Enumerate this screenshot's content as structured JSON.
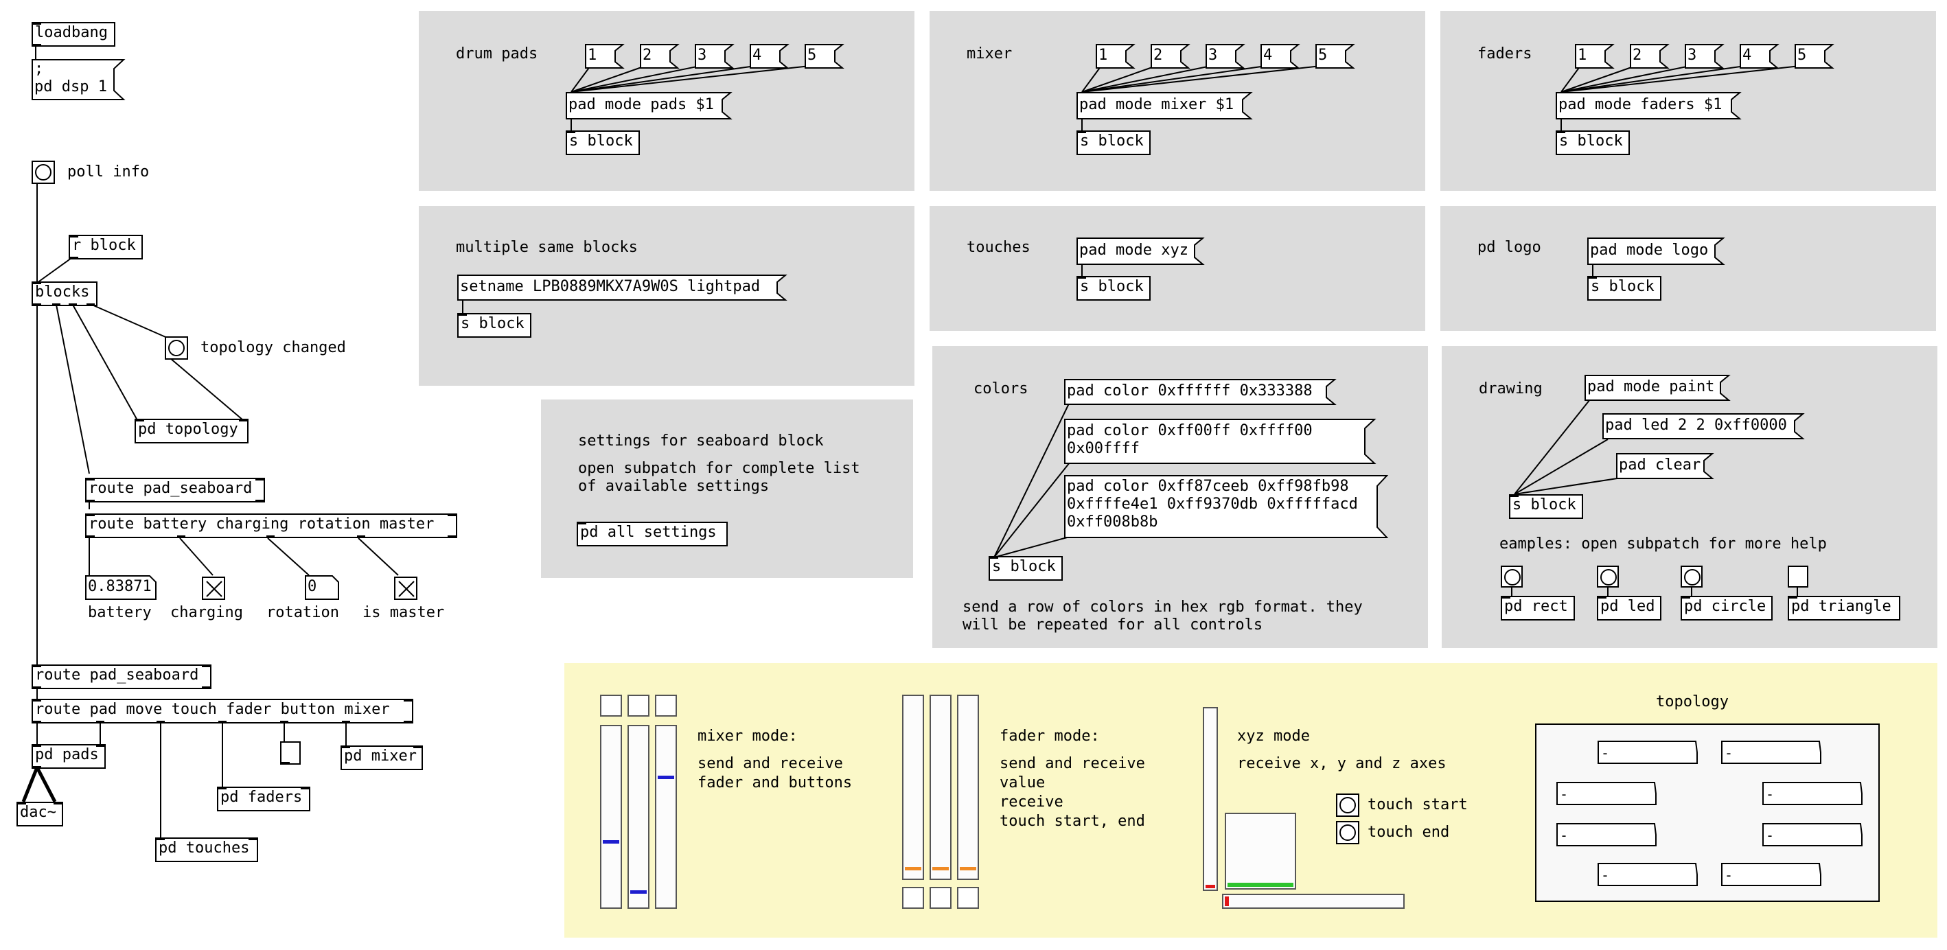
{
  "colors": {
    "panel_grey": "#dcdcdc",
    "panel_yellow": "#fbf8c8",
    "knob_blue": "#1d1dcf",
    "knob_orange": "#f08a24",
    "knob_red": "#e01818",
    "knob_green": "#2ec42e"
  },
  "left": {
    "loadbang": "loadbang",
    "dsp_msg_line1": ";",
    "dsp_msg_line2": "pd dsp 1",
    "poll_label": "poll info",
    "r_block": "r block",
    "blocks": "blocks",
    "topology_changed_label": "topology changed",
    "pd_topology": "pd topology",
    "route_pad_seaboard_1": "route pad_seaboard",
    "route_battery": "route battery charging rotation master",
    "battery_value": "0.83871",
    "rotation_value": "0",
    "battery_label": "battery",
    "charging_label": "charging",
    "rotation_label": "rotation",
    "master_label": "is master",
    "route_pad_seaboard_2": "route pad_seaboard",
    "route_pad_move": "route pad move touch fader button mixer",
    "pd_pads": "pd pads",
    "pd_mixer": "pd mixer",
    "pd_faders": "pd faders",
    "dac": "dac~",
    "pd_touches": "pd touches"
  },
  "drum": {
    "title": "drum pads",
    "nums": [
      "1",
      "2",
      "3",
      "4",
      "5"
    ],
    "mode_msg": "pad mode pads $1",
    "send": "s block"
  },
  "mixer": {
    "title": "mixer",
    "nums": [
      "1",
      "2",
      "3",
      "4",
      "5"
    ],
    "mode_msg": "pad mode mixer $1",
    "send": "s block"
  },
  "faders": {
    "title": "faders",
    "nums": [
      "1",
      "2",
      "3",
      "4",
      "5"
    ],
    "mode_msg": "pad mode faders $1",
    "send": "s block"
  },
  "multiple": {
    "title": "multiple same blocks",
    "setname_msg": "setname LPB0889MKX7A9W0S lightpad",
    "send": "s block"
  },
  "touches": {
    "title": "touches",
    "mode_msg": "pad mode xyz",
    "send": "s block"
  },
  "logo": {
    "title": "pd logo",
    "mode_msg": "pad mode logo",
    "send": "s block"
  },
  "seaboard": {
    "line1": "settings for seaboard block",
    "line2": "open subpatch for complete list",
    "line3": "of available settings",
    "pd_all": "pd all settings"
  },
  "colors_panel": {
    "title": "colors",
    "msg1": "pad color 0xffffff 0x333388",
    "msg2_l1": "pad color 0xff00ff 0xffff00",
    "msg2_l2": "0x00ffff",
    "msg3_l1": "pad color 0xff87ceeb 0xff98fb98",
    "msg3_l2": "0xffffe4e1 0xff9370db 0xfffffacd",
    "msg3_l3": "0xff008b8b",
    "send": "s block",
    "note_l1": "send a row of colors in hex rgb format. they",
    "note_l2": "will be repeated for all controls"
  },
  "drawing": {
    "title": "drawing",
    "msg_paint": "pad mode paint",
    "msg_led": "pad led 2 2 0xff0000",
    "msg_clear": "pad clear",
    "send": "s block",
    "examples": "eamples: open subpatch for more help",
    "pd_rect": "pd rect",
    "pd_led": "pd led",
    "pd_circle": "pd circle",
    "pd_triangle": "pd triangle"
  },
  "gui": {
    "mixer_mode_title": "mixer mode:",
    "mixer_mode_l1": "send and receive",
    "mixer_mode_l2": "fader and buttons",
    "mixer_levels": [
      0.36,
      0.07,
      0.73
    ],
    "fader_mode_title": "fader mode:",
    "fader_mode_l1": "send and receive",
    "fader_mode_l2": "value",
    "fader_mode_l3": "receive",
    "fader_mode_l4": "touch start, end",
    "fader_levels": [
      0.04,
      0.04,
      0.04
    ],
    "xyz_title": "xyz mode",
    "xyz_desc": "receive x, y and z axes",
    "touch_start": "touch start",
    "touch_end": "touch end",
    "topology_title": "topology"
  }
}
